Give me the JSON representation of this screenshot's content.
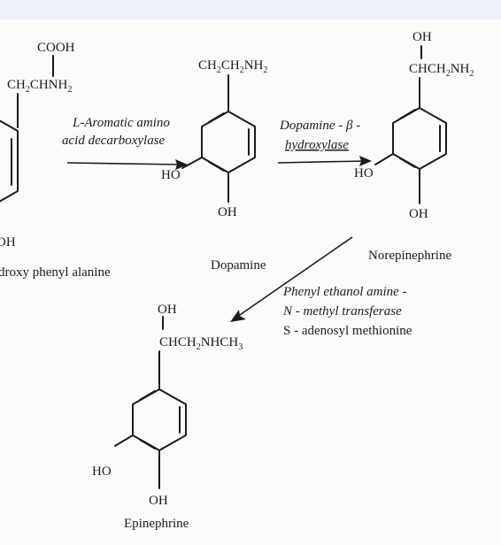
{
  "molecules": {
    "tyrosine": {
      "cooh": "COOH",
      "side_chain": {
        "a": "CH",
        "b": "2",
        "c": "CHNH",
        "d": "2"
      },
      "oh": "OH",
      "name": "droxy phenyl alanine"
    },
    "dopamine": {
      "side_chain": {
        "a": "CH",
        "b": "2",
        "c": "CH",
        "d": "2",
        "e": "NH",
        "f": "2"
      },
      "ho": "HO",
      "oh": "OH",
      "name": "Dopamine"
    },
    "norepinephrine": {
      "oh_top": "OH",
      "side_chain": {
        "a": "CHCH",
        "b": "2",
        "c": "NH",
        "d": "2"
      },
      "ho": "HO",
      "oh": "OH",
      "name": "Norepinephrine"
    },
    "epinephrine": {
      "oh_top": "OH",
      "side_chain": {
        "a": "CHCH",
        "b": "2",
        "c": "NHCH",
        "d": "3"
      },
      "ho": "HO",
      "oh": "OH",
      "name": "Epinephrine"
    }
  },
  "enzymes": {
    "step1": {
      "line1": "L-Aromatic amino",
      "line2": "acid decarboxylase"
    },
    "step2": {
      "line1": "Dopamine - β -",
      "line2": "hydroxylase"
    },
    "step3": {
      "line1": "Phenyl ethanol amine -",
      "line2": "N - methyl transferase",
      "line3": "S - adenosyl methionine"
    }
  }
}
